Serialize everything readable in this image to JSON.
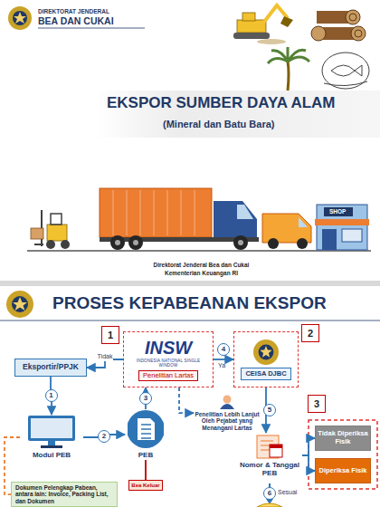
{
  "diagram": {
    "title": "EKSPOR SUMBER DAYA ALAM",
    "nodes": [
      {
        "text": [
          "1"
        ]
      },
      {
        "text": [
          "INSW",
          "INDONESIA NATIONAL SINGLE WINDOW",
          "Penelitian Lartas"
        ]
      },
      {
        "text": [
          "Eksportir/PPJK"
        ]
      },
      {
        "text": [
          "CEISA DJBC"
        ]
      },
      {
        "text": [
          "2"
        ]
      },
      {
        "text": [
          "Modul PEB"
        ]
      },
      {
        "text": [
          "PEB"
        ]
      },
      {
        "text": [
          "Penelitian Lebih Lanjut Oleh Pejabat yang Menangani Lartas"
        ]
      },
      {
        "text": [
          "Nomor & Tanggal PEB"
        ]
      },
      {
        "text": [
          "3"
        ]
      },
      {
        "text": [
          "Tidak Diperiksa Fisik"
        ]
      },
      {
        "text": [
          "Diperiksa Fisik"
        ]
      },
      {
        "text": [
          "Dokumen Pelengkap Pabean, antara lain: Invoice, Packing List, dan Dokumen"
        ]
      },
      {
        "text": [
          "Bea Keluar"
        ]
      }
    ],
    "edges": [
      {
        "from": 1,
        "to": 2,
        "arrow": "to",
        "label": "Tidak"
      },
      {
        "from": 1,
        "to": 3,
        "arrow": "to",
        "label": "4"
      },
      {
        "from": 2,
        "to": 5,
        "arrow": "to",
        "label": "1"
      },
      {
        "from": 5,
        "to": 6,
        "arrow": "to",
        "label": "2"
      },
      {
        "from": 6,
        "to": 1,
        "arrow": "to",
        "label": "3"
      },
      {
        "from": 1,
        "to": 7,
        "arrow": "to"
      },
      {
        "from": 3,
        "to": 8,
        "arrow": "to",
        "label": "5"
      },
      {
        "from": 8,
        "to": 10,
        "arrow": "to"
      },
      {
        "from": 8,
        "to": 11,
        "arrow": "to"
      },
      {
        "from": 5,
        "to": 12,
        "arrow": "none"
      },
      {
        "from": 6,
        "to": 13,
        "arrow": "none"
      }
    ],
    "labels": [
      "DIREKTORAT JENDERAL",
      "BEA DAN CUKAI",
      "(Mineral dan Batu Bara)",
      "SHOP",
      "Direktorat Jenderal Bea dan Cukai",
      "Kementerian Keuangan RI",
      "PROSES KEPABEANAN EKSPOR",
      "Ya",
      "6",
      "Sesuai"
    ]
  }
}
